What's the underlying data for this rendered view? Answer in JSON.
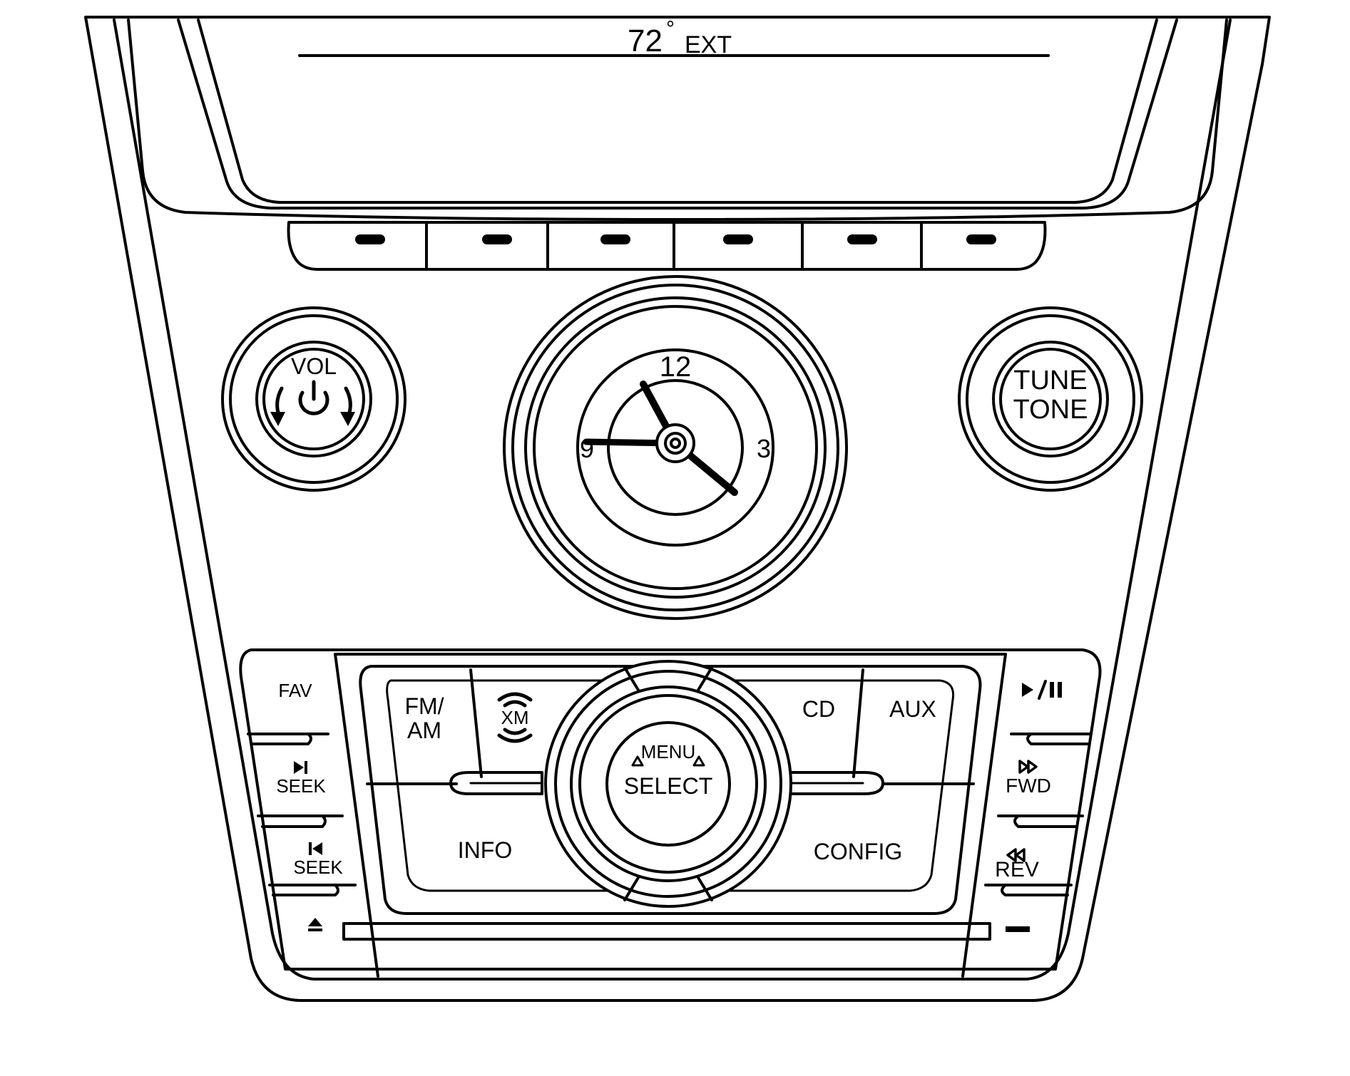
{
  "display": {
    "temperature": "72",
    "degree_symbol": "°",
    "temperature_unit": "EXT"
  },
  "volume_knob": {
    "label": "VOL",
    "icon": "power-icon"
  },
  "clock": {
    "numeral_12": "12",
    "numeral_3": "3",
    "numeral_9": "9",
    "time_shown": "10:20"
  },
  "tune_knob": {
    "label_line1": "TUNE",
    "label_line2": "TONE"
  },
  "source_buttons": {
    "fm_am_line1": "FM/",
    "fm_am_line2": "AM",
    "xm": "XM",
    "cd": "CD",
    "aux": "AUX",
    "info": "INFO",
    "config": "CONFIG"
  },
  "center_knob": {
    "menu": "MENU",
    "select": "SELECT"
  },
  "left_buttons": {
    "fav": "FAV",
    "seek_next": "SEEK",
    "seek_prev": "SEEK",
    "eject_icon": "eject-icon"
  },
  "right_buttons": {
    "play_pause_icon": "play-pause-icon",
    "fwd": "FWD",
    "rev": "REV",
    "slot_icon": "dash-icon"
  },
  "softkeys": {
    "count": 6,
    "icon": "dash-icon"
  }
}
